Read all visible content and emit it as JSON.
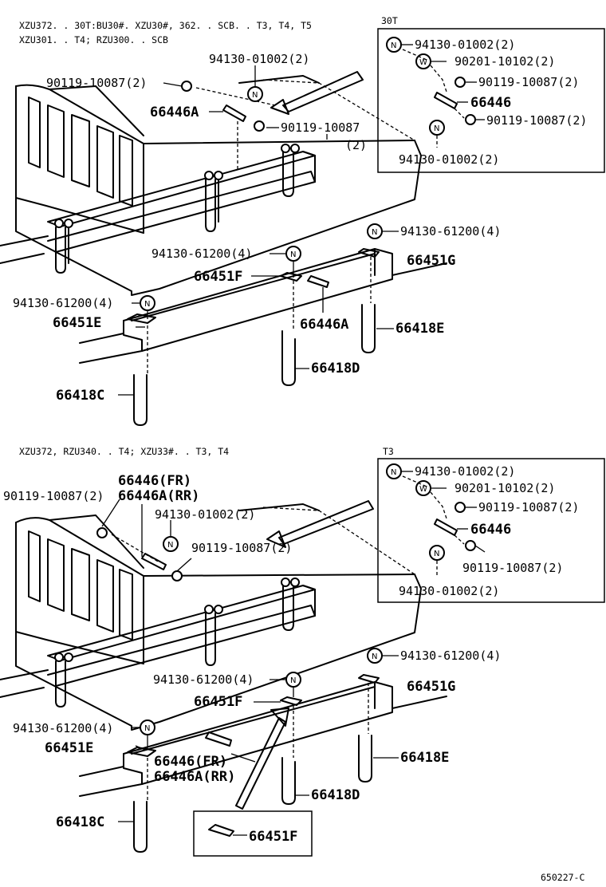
{
  "top_section": {
    "header_line1": "XZU372. . 30T:BU30#. XZU30#, 362. . SCB. . T3, T4, T5",
    "header_line2": "XZU301. . T4; RZU300. . SCB",
    "inset_label": "30T",
    "callouts": {
      "c94130_01002_top": "94130-01002(2)",
      "c90119_10087_left": "90119-10087(2)",
      "c66446A_top": "66446A",
      "c90119_10087_mid": "90119-10087",
      "c90119_10087_mid_qty": "(2)",
      "c94130_61200_right": "94130-61200(4)",
      "c66451G": "66451G",
      "c94130_61200_mid": "94130-61200(4)",
      "c66451F": "66451F",
      "c94130_61200_left": "94130-61200(4)",
      "c66451E": "66451E",
      "c66446A_rail": "66446A",
      "c66418E": "66418E",
      "c66418D": "66418D",
      "c66418C": "66418C"
    },
    "inset_callouts": {
      "i94130_01002_a": "94130-01002(2)",
      "i90201_10102": "90201-10102(2)",
      "i90119_10087_a": "90119-10087(2)",
      "i66446": "66446",
      "i90119_10087_b": "90119-10087(2)",
      "i94130_01002_b": "94130-01002(2)"
    }
  },
  "bottom_section": {
    "header_line1": "XZU372, RZU340. . T4; XZU33#. . T3, T4",
    "inset_label": "T3",
    "callouts": {
      "c66446_fr": "66446(FR)",
      "c66446A_rr": "66446A(RR)",
      "c90119_10087_left": "90119-10087(2)",
      "c94130_01002": "94130-01002(2)",
      "c90119_10087_mid": "90119-10087(2)",
      "c94130_61200_right": "94130-61200(4)",
      "c66451G": "66451G",
      "c94130_61200_mid": "94130-61200(4)",
      "c66451F": "66451F",
      "c94130_61200_left": "94130-61200(4)",
      "c66451E": "66451E",
      "c66446_fr_rail": "66446(FR)",
      "c66446A_rr_rail": "66446A(RR)",
      "c66418E": "66418E",
      "c66418D": "66418D",
      "c66418C": "66418C",
      "c66451F_detail": "66451F"
    },
    "inset_callouts": {
      "i94130_01002_a": "94130-01002(2)",
      "i90201_10102": "90201-10102(2)",
      "i90119_10087_a": "90119-10087(2)",
      "i66446": "66446",
      "i90119_10087_b": "90119-10087(2)",
      "i94130_01002_b": "94130-01002(2)"
    }
  },
  "symbols": {
    "nut_marker": "N",
    "washer_marker": "W"
  },
  "figure_code": "650227-C"
}
